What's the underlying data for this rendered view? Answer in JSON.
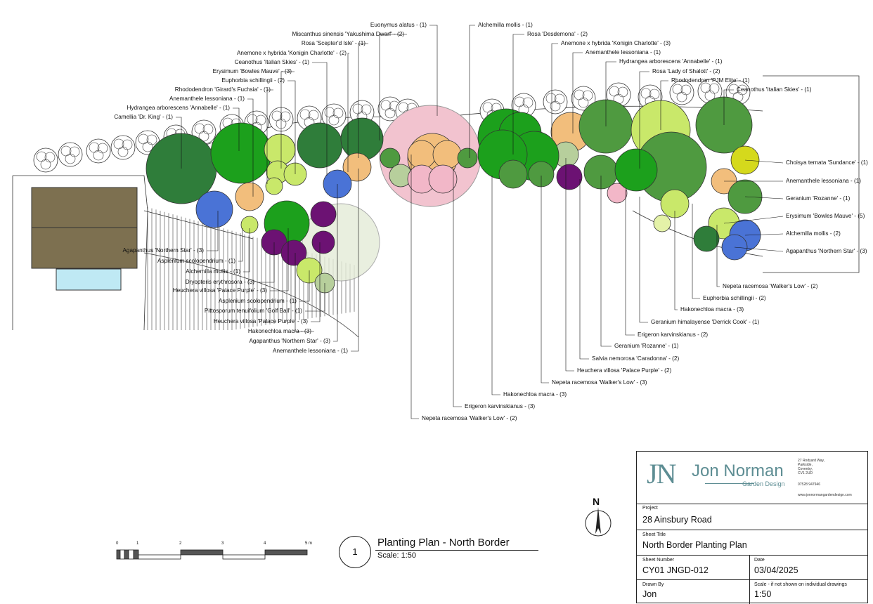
{
  "labels_top": [
    "Euonymus alatus - (1)",
    "Miscanthus sinensis 'Yakushima Dwarf' - (2)",
    "Rosa 'Scepter'd Isle' - (1)",
    "Anemone x hybrida 'Konigin Charlotte' - (2)",
    "Ceanothus 'Italian Skies' - (1)",
    "Erysimum 'Bowles Mauve' - (3)",
    "Euphorbia schillingii - (2)",
    "Rhododendron 'Girard's Fuchsia' - (1)",
    "Anemanthele lessoniana - (1)",
    "Hydrangea arborescens 'Annabelle' - (1)",
    "Camellia 'Dr. King'  - (1)",
    "Alchemilla mollis - (1)",
    "Rosa 'Desdemona' - (2)",
    "Anemone x hybrida 'Konigin Charlotte' - (3)",
    "Anemanthele lessoniana - (1)",
    "Hydrangea arborescens 'Annabelle' - (1)",
    "Rosa 'Lady of Shalott' - (2)",
    "Rhododendron 'PJM Elite' - (1)",
    "Ceanothus 'Italian Skies' - (1)"
  ],
  "labels_right": [
    "Choisya ternata 'Sundance' - (1)",
    "Anemanthele lessoniana - (1)",
    "Geranium 'Rozanne' - (1)",
    "Erysimum 'Bowles Mauve' - (5)",
    "Alchemilla mollis - (2)",
    "Agapanthus 'Northern Star' - (3)"
  ],
  "labels_bottom_right": [
    "Nepeta racemosa 'Walker's Low' - (2)",
    "Euphorbia schillingii - (2)",
    "Hakonechloa macra - (3)",
    "Geranium himalayense 'Derrick Cook' - (1)",
    "Erigeron karvinskianus - (2)",
    "Geranium 'Rozanne' - (1)",
    "Salvia nemorosa 'Caradonna' - (2)",
    "Heuchera villosa 'Palace Purple' - (2)",
    "Nepeta racemosa 'Walker's Low' - (3)",
    "Hakonechloa macra - (3)",
    "Erigeron karvinskianus - (3)",
    "Nepeta racemosa 'Walker's Low' - (2)"
  ],
  "labels_left": [
    "Agapanthus 'Northern Star' - (3)",
    "Asplenium scolopendrium - (1)",
    "Alchemilla mollis - (1)",
    "Dryopteris erythrosora - (3)",
    "Heuchera villosa 'Palace Purple' - (3)",
    "Asplenium scolopendrium - (1)",
    "Pittosporum tenuifolium 'Golf Ball' - (1)",
    "Heuchera villosa 'Palace Purple' - (3)",
    "Hakonechloa macra - (3)",
    "Agapanthus 'Northern Star' - (3)",
    "Anemanthele lessoniana - (1)"
  ],
  "drawing": {
    "number": "1",
    "title": "Planting Plan - North Border",
    "scale": "Scale: 1:50"
  },
  "north": "N",
  "scale_bar": {
    "ticks": [
      "0",
      "1",
      "2",
      "3",
      "4",
      "5 m"
    ]
  },
  "title_block": {
    "logo": "JN",
    "company": "Jon Norman",
    "tagline": "Garden Design",
    "address": [
      "27 Rodyard Way,",
      "Parkside,",
      "Coventry,",
      "CV1 2UD"
    ],
    "phone": "07528 947946",
    "website": "www.jonnormangardendesign.com",
    "project_caption": "Project",
    "project": "28 Ainsbury Road",
    "sheet_title_caption": "Sheet Title",
    "sheet_title": "North Border Planting Plan",
    "sheet_number_caption": "Sheet Number",
    "sheet_number": "CY01 JNGD-012",
    "date_caption": "Date",
    "date": "03/04/2025",
    "drawn_by_caption": "Drawn By",
    "drawn_by": "Jon",
    "scale_caption": "Scale - if not shown on individual drawings",
    "scale": "1:50"
  },
  "colors": {
    "dark_green": "#2f7d3a",
    "mid_green": "#4f9a40",
    "bright_green": "#1ca01c",
    "lime": "#c9e86a",
    "pale_lime": "#e4f2a8",
    "yellow_green": "#d5d91c",
    "blue": "#4a73d6",
    "purple": "#6c1273",
    "orange": "#f2be7c",
    "pink": "#f2b7c8",
    "sage": "#b7cf9c",
    "shed": "#7d7050",
    "pond": "#bfe9f4"
  }
}
